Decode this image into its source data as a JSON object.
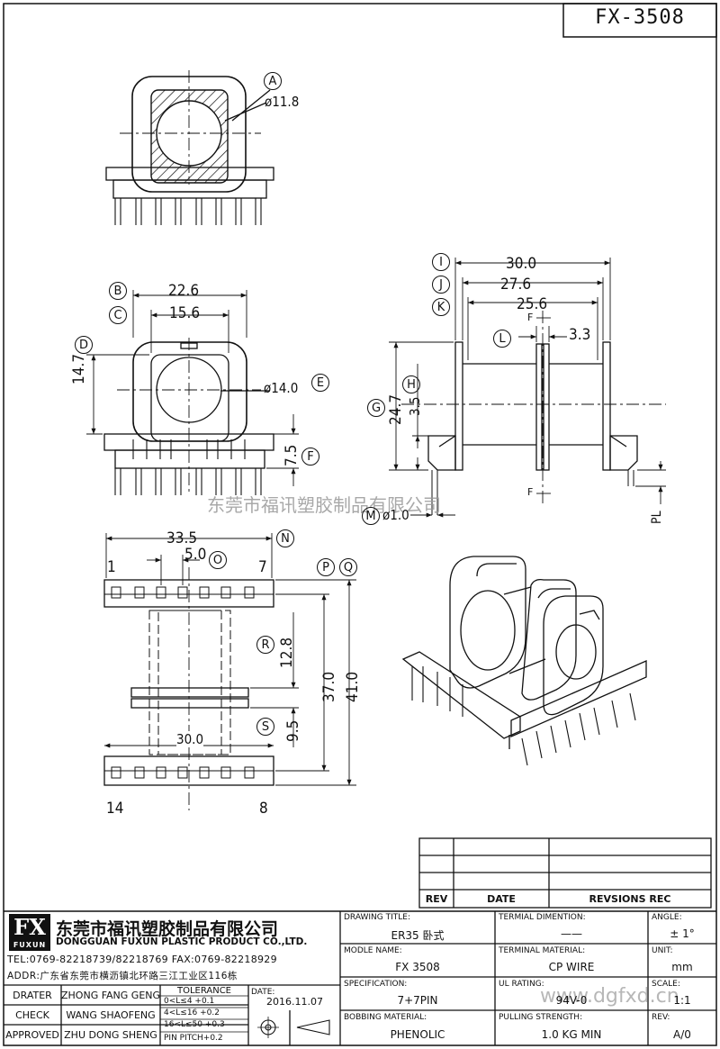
{
  "header": {
    "part_number": "FX-3508"
  },
  "watermark": {
    "text": "东莞市福讯塑胶制品有限公司",
    "url": "www.dgfxd.cn"
  },
  "views": {
    "top": {
      "labels": {
        "A": "A"
      },
      "dims": {
        "a": "ø11.8"
      }
    },
    "front": {
      "labels": {
        "B": "B",
        "C": "C",
        "D": "D",
        "E": "E",
        "F": "F"
      },
      "dims": {
        "b": "22.6",
        "c": "15.6",
        "d": "14.7",
        "e": "ø14.0",
        "f": "7.5"
      }
    },
    "side": {
      "labels": {
        "I": "I",
        "J": "J",
        "K": "K",
        "L": "L",
        "G": "G",
        "H": "H",
        "M": "M"
      },
      "dims": {
        "i": "30.0",
        "j": "27.6",
        "k": "25.6",
        "l": "3.3",
        "g": "24.7",
        "h": "3.5",
        "m": "ø1.0",
        "f_top": "F",
        "f_bottom": "F",
        "pl": "PL"
      }
    },
    "bottom": {
      "labels": {
        "N": "N",
        "O": "O",
        "P": "P",
        "Q": "Q",
        "R": "R",
        "S": "S"
      },
      "dims": {
        "n": "33.5",
        "o": "5.0",
        "r": "12.8",
        "p": "37.0",
        "q": "41.0",
        "s": "9.5",
        "w": "30.0"
      },
      "pins": {
        "p1": "1",
        "p7": "7",
        "p14": "14",
        "p8": "8"
      }
    }
  },
  "revision_table": {
    "col_rev": "REV",
    "col_date": "DATE",
    "col_rec": "REVSIONS REC"
  },
  "company": {
    "logo": "FX",
    "logo_sub": "FUXUN",
    "name_cn": "东莞市福讯塑胶制品有限公司",
    "name_en": "DONGGUAN FUXUN PLASTIC PRODUCT CO.,LTD.",
    "tel": "TEL:0769-82218739/82218769 FAX:0769-82218929",
    "addr": "ADDR:广东省东莞市横沥镇北环路三江工业区116栋"
  },
  "people": {
    "drater_label": "DRATER",
    "drater": "ZHONG FANG GENG",
    "check_label": "CHECK",
    "check": "WANG SHAOFENG",
    "approved_label": "APPROVED",
    "approved": "ZHU DONG SHENG"
  },
  "tolerance": {
    "label": "TOLERANCE",
    "rows": [
      "0<L≤4   +0.1",
      "4<L≤16   +0.2",
      "16<L≤50 +0.3",
      "PIN PITCH+0.2"
    ]
  },
  "date": {
    "label": "DATE:",
    "value": "2016.11.07"
  },
  "title_block": {
    "drawing_title_label": "DRAWING TITLE:",
    "drawing_title": "ER35 卧式",
    "model_label": "MODLE NAME:",
    "model": "FX 3508",
    "spec_label": "SPECIFICATION:",
    "spec": "7+7PIN",
    "bobbin_label": "BOBBING MATERIAL:",
    "bobbin": "PHENOLIC",
    "term_dim_label": "TERMIAL DIMENTION:",
    "term_dim": "——",
    "term_mat_label": "TERMINAL MATERIAL:",
    "term_mat": "CP WIRE",
    "ul_label": "UL RATING:",
    "ul": "94V-0",
    "pull_label": "PULLING STRENGTH:",
    "pull": "1.0 KG MIN",
    "angle_label": "ANGLE:",
    "angle": "± 1°",
    "unit_label": "UNIT:",
    "unit": "mm",
    "scale_label": "SCALE:",
    "scale": "1:1",
    "rev_label": "REV:",
    "rev": "A/0"
  }
}
